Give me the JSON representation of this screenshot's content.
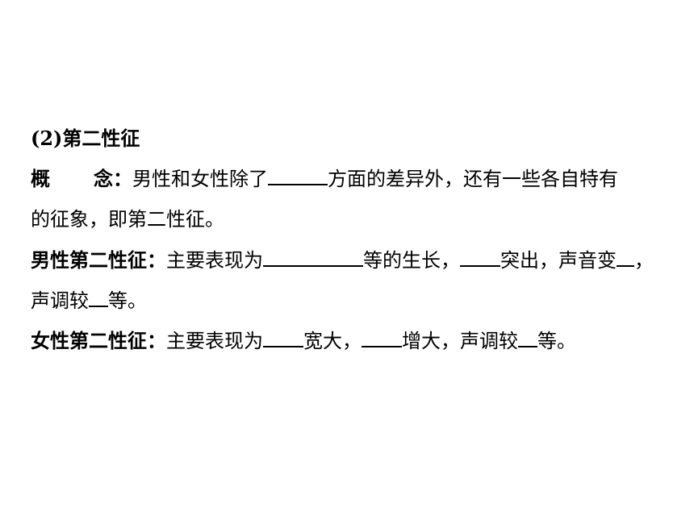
{
  "section_title": "(2)第二性征",
  "concept": {
    "label_a": "概",
    "label_b": "念：",
    "text_1": "男性和女性除了",
    "text_2": "方面的差异外，还有一些各自特有",
    "text_3": "的征象，即第二性征。"
  },
  "male": {
    "label": "男性第二性征：",
    "text_1": "主要表现为",
    "text_2": "等的生长，",
    "text_3": "突出，声音变",
    "text_4": "，",
    "text_5": "声调较",
    "text_6": "等。"
  },
  "female": {
    "label": "女性第二性征：",
    "text_1": "主要表现为",
    "text_2": "宽大，",
    "text_3": "增大，声调较",
    "text_4": "等。"
  }
}
